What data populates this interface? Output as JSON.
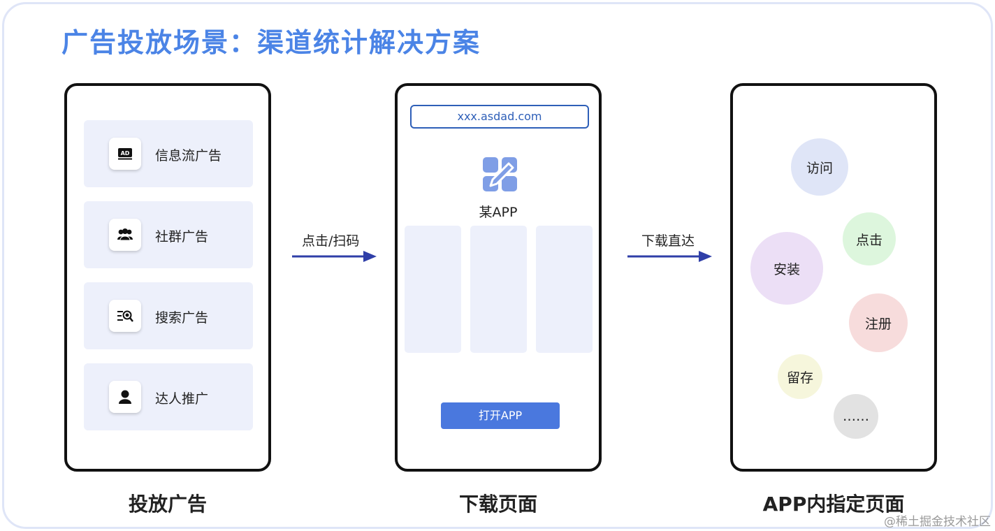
{
  "title": "广告投放场景：渠道统计解决方案",
  "ad_channels": {
    "items": [
      {
        "icon": "ad-icon",
        "label": "信息流广告"
      },
      {
        "icon": "group-icon",
        "label": "社群广告"
      },
      {
        "icon": "search-icon",
        "label": "搜索广告"
      },
      {
        "icon": "person-icon",
        "label": "达人推广"
      }
    ],
    "caption": "投放广告",
    "ad_badge": "AD"
  },
  "arrow1": {
    "label": "点击/扫码"
  },
  "download_page": {
    "url": "xxx.asdad.com",
    "app_name": "某APP",
    "open_button": "打开APP",
    "caption": "下载页面"
  },
  "arrow2": {
    "label": "下载直达"
  },
  "app_page": {
    "bubbles": [
      {
        "label": "访问",
        "color": "#dfe5f7"
      },
      {
        "label": "点击",
        "color": "#ddf6dd"
      },
      {
        "label": "安装",
        "color": "#ecdff6"
      },
      {
        "label": "注册",
        "color": "#f7dcdc"
      },
      {
        "label": "留存",
        "color": "#f6f6dc"
      },
      {
        "label": "……",
        "color": "#e2e2e2"
      }
    ],
    "caption": "APP内指定页面"
  },
  "colors": {
    "accent": "#4b84e6",
    "arrow": "#2f3fa8",
    "button": "#4a78de"
  },
  "watermark": "@稀土掘金技术社区"
}
